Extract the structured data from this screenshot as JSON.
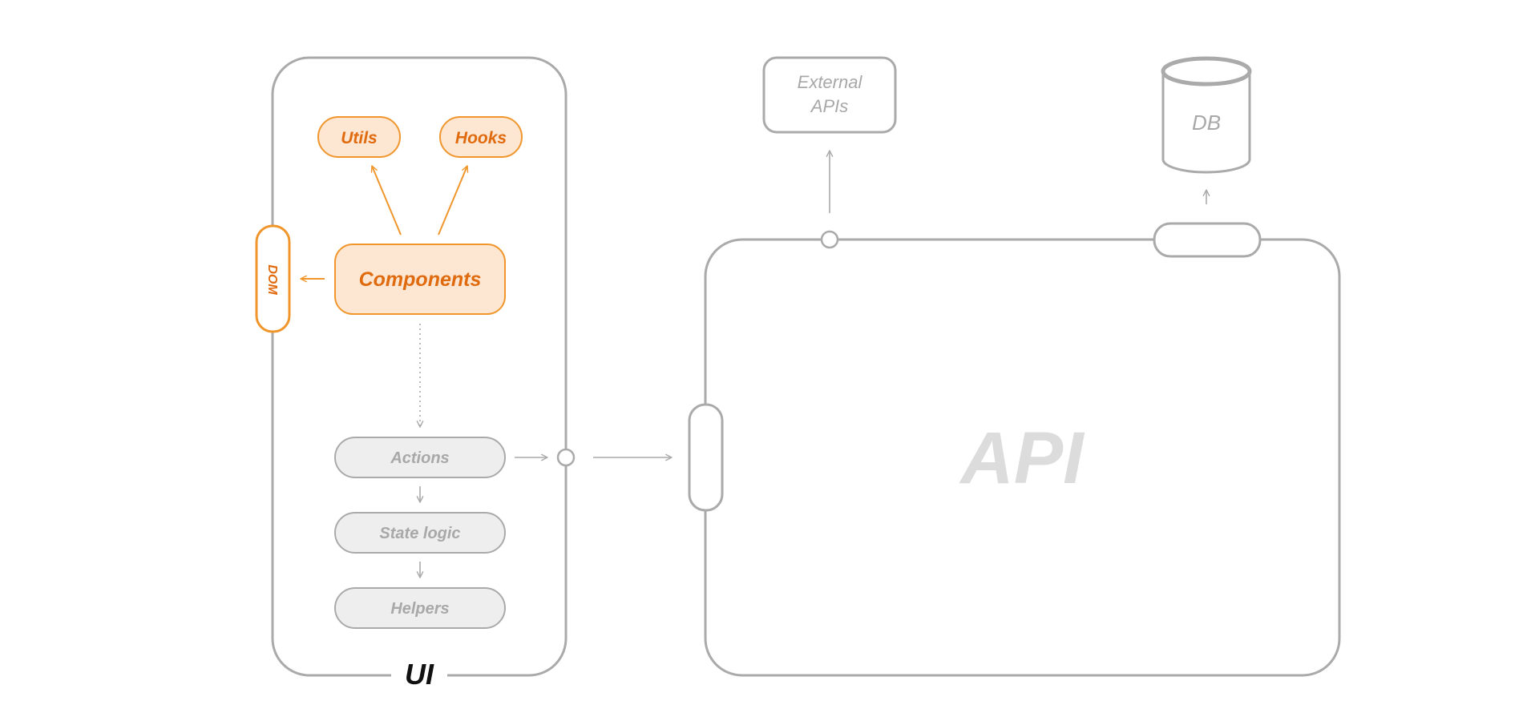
{
  "ui_container": {
    "label": "UI"
  },
  "ui_nodes": {
    "utils": "Utils",
    "hooks": "Hooks",
    "components": "Components",
    "dom": "DOM",
    "actions": "Actions",
    "state_logic": "State logic",
    "helpers": "Helpers"
  },
  "api_container": {
    "label": "API"
  },
  "external_apis": {
    "line1": "External",
    "line2": "APIs"
  },
  "db": {
    "label": "DB"
  },
  "colors": {
    "orange_stroke": "#f0962c",
    "orange_fill": "#fde7d2",
    "orange_text": "#e06a0e",
    "gray_stroke": "#aaaaaa",
    "gray_fill": "#eeeeee",
    "gray_text": "#a8a8a8",
    "api_text": "#dcdcdc",
    "ui_label": "#111111"
  }
}
